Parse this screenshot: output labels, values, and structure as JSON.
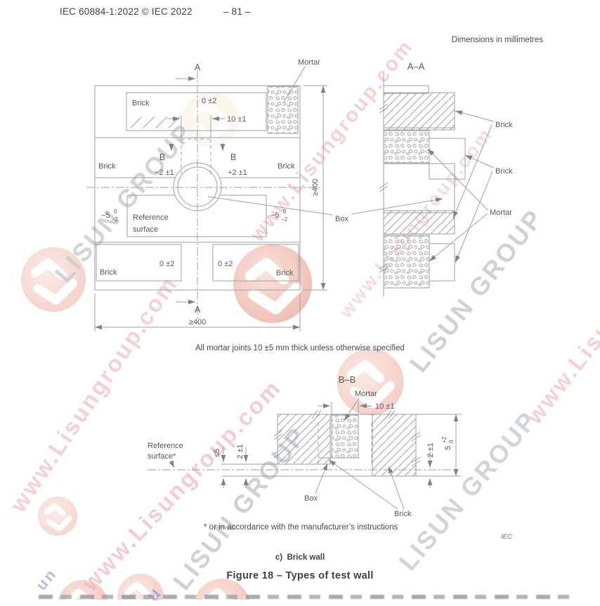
{
  "page": {
    "header_left": "IEC 60884-1:2022 © IEC 2022",
    "header_page": "– 81 –",
    "dimensions_note": "Dimensions in millimetres",
    "mortar_note": "All mortar joints 10 ±5 mm thick unless otherwise specified",
    "footnote": "* or in accordance with the manufacturer’s instructions",
    "iec_tag": "IEC",
    "sub_caption_letter": "c)",
    "sub_caption": "Brick wall",
    "figure_caption": "Figure 18 – Types of test wall"
  },
  "front": {
    "section_a": "A",
    "section_b": "B",
    "labels": {
      "brick": "Brick",
      "mortar": "Mortar",
      "box": "Box",
      "reference_line1": "Reference",
      "reference_line2": "surface"
    },
    "dims": {
      "top_offset": "0 ±2",
      "joint": "10 ±1",
      "left_offset": "−2 ±1",
      "right_offset": "+2 ±1",
      "depth_main": "−5",
      "depth_upper": "0",
      "depth_lower": "−2",
      "bottom_offset": "0 ±2",
      "width": "≥400",
      "height": "≥400"
    }
  },
  "section_aa": {
    "title": "A–A",
    "labels": {
      "brick": "Brick",
      "mortar": "Mortar"
    }
  },
  "section_bb": {
    "title": "B–B",
    "labels": {
      "mortar": "Mortar",
      "box": "Box",
      "brick": "Brick",
      "reference_line1": "Reference",
      "reference_line2": "surface*"
    },
    "dims": {
      "joint": "10 ±1",
      "box_recess": "≤5",
      "brick_left": "2 ±1",
      "brick_right": "2 ±1",
      "wall_main": "5",
      "wall_upper": "+2",
      "wall_lower": "0"
    }
  },
  "watermark": {
    "url_text": "www.Lisungroup.com",
    "brand_text": "LISUN GROUP",
    "fragment_un": "un",
    "fragment_u": "u",
    "colors": {
      "pink": "#eeb3b7",
      "gray": "#c6cad0",
      "logo": "#efae9f",
      "blue": "#7b85c9"
    }
  }
}
